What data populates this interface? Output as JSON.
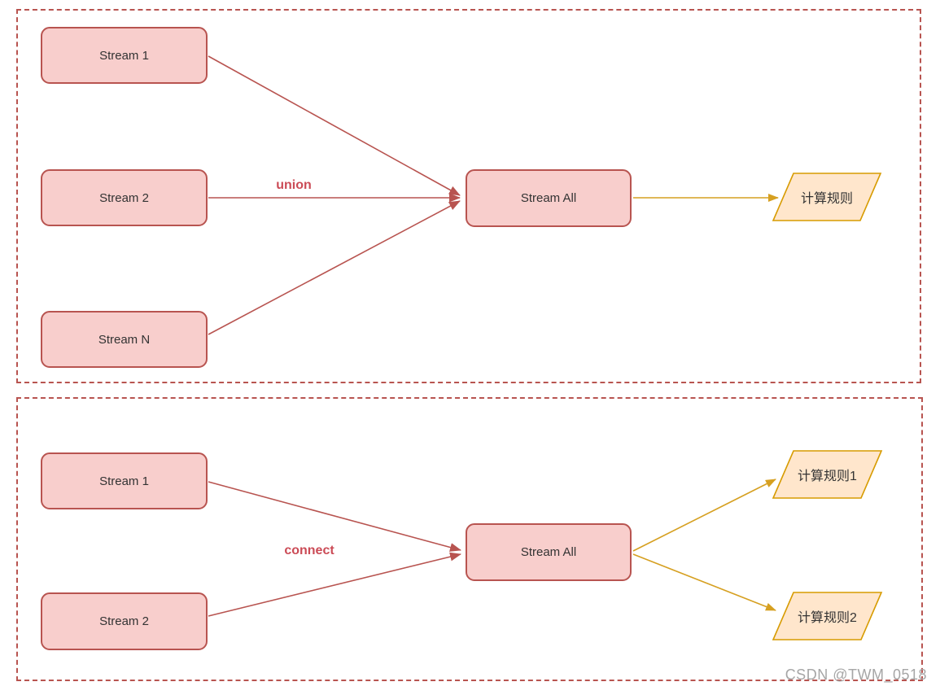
{
  "panels": {
    "union": {
      "label": "union",
      "nodes": {
        "stream1": "Stream 1",
        "stream2": "Stream 2",
        "streamN": "Stream N",
        "streamAll": "Stream All"
      },
      "outputs": {
        "rule": "计算规则"
      }
    },
    "connect": {
      "label": "connect",
      "nodes": {
        "stream1": "Stream 1",
        "stream2": "Stream 2",
        "streamAll": "Stream All"
      },
      "outputs": {
        "rule1": "计算规则1",
        "rule2": "计算规则2"
      }
    }
  },
  "watermark": "CSDN @TWM_0518",
  "colors": {
    "node_fill": "#f8cecc",
    "node_border": "#b85450",
    "node_text": "#333333",
    "edge_red": "#b85450",
    "edge_label": "#cb4b56",
    "edge_gold": "#d6a021",
    "rule_fill": "#ffe6cc",
    "rule_border": "#d79b00",
    "panel_border": "#b85450",
    "watermark": "#a6a6a6"
  }
}
